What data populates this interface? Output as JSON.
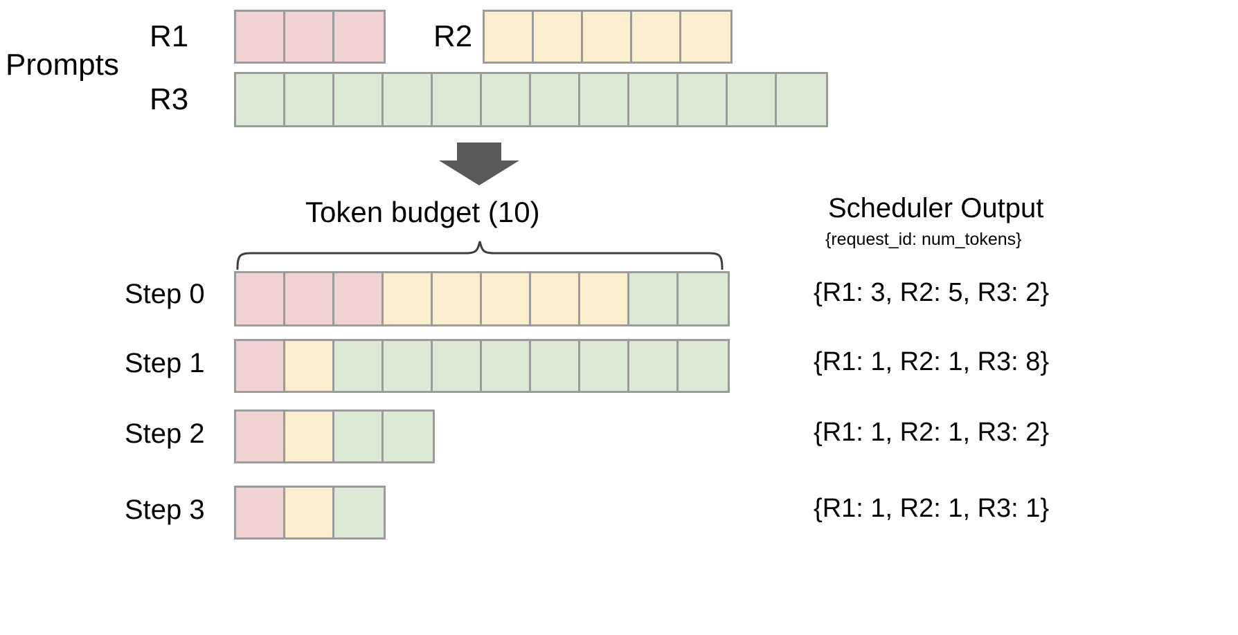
{
  "diagram": {
    "title_prompts": "Prompts",
    "request_labels": {
      "r1": "R1",
      "r2": "R2",
      "r3": "R3"
    },
    "token_budget_label": "Token  budget (10)",
    "scheduler_output_title": "Scheduler Output",
    "scheduler_output_subtitle": "{request_id: num_tokens}",
    "colors": {
      "r1": "#f0d2d2",
      "r2": "#faeecc",
      "r3": "#dce9d5",
      "cell_border": "#9b9b9b",
      "arrow": "#595959",
      "brace": "#3f3f3f",
      "text": "#000000",
      "background": "#ffffff"
    },
    "prompts": [
      {
        "id": "R1",
        "label": "R1",
        "num_tokens": 3,
        "color_key": "r1"
      },
      {
        "id": "R2",
        "label": "R2",
        "num_tokens": 5,
        "color_key": "r2"
      },
      {
        "id": "R3",
        "label": "R3",
        "num_tokens": 12,
        "color_key": "r3"
      }
    ],
    "token_budget": 10,
    "steps": [
      {
        "label": "Step 0",
        "segments": [
          {
            "request": "R1",
            "count": 3,
            "color_key": "r1"
          },
          {
            "request": "R2",
            "count": 5,
            "color_key": "r2"
          },
          {
            "request": "R3",
            "count": 2,
            "color_key": "r3"
          }
        ],
        "output": "{R1: 3, R2: 5, R3: 2}"
      },
      {
        "label": "Step 1",
        "segments": [
          {
            "request": "R1",
            "count": 1,
            "color_key": "r1"
          },
          {
            "request": "R2",
            "count": 1,
            "color_key": "r2"
          },
          {
            "request": "R3",
            "count": 8,
            "color_key": "r3"
          }
        ],
        "output": "{R1: 1, R2: 1, R3: 8}"
      },
      {
        "label": "Step 2",
        "segments": [
          {
            "request": "R1",
            "count": 1,
            "color_key": "r1"
          },
          {
            "request": "R2",
            "count": 1,
            "color_key": "r2"
          },
          {
            "request": "R3",
            "count": 2,
            "color_key": "r3"
          }
        ],
        "output": "{R1: 1, R2: 1, R3: 2}"
      },
      {
        "label": "Step 3",
        "segments": [
          {
            "request": "R1",
            "count": 1,
            "color_key": "r1"
          },
          {
            "request": "R2",
            "count": 1,
            "color_key": "r2"
          },
          {
            "request": "R3",
            "count": 1,
            "color_key": "r3"
          }
        ],
        "output": "{R1: 1, R2: 1, R3: 1}"
      }
    ]
  }
}
